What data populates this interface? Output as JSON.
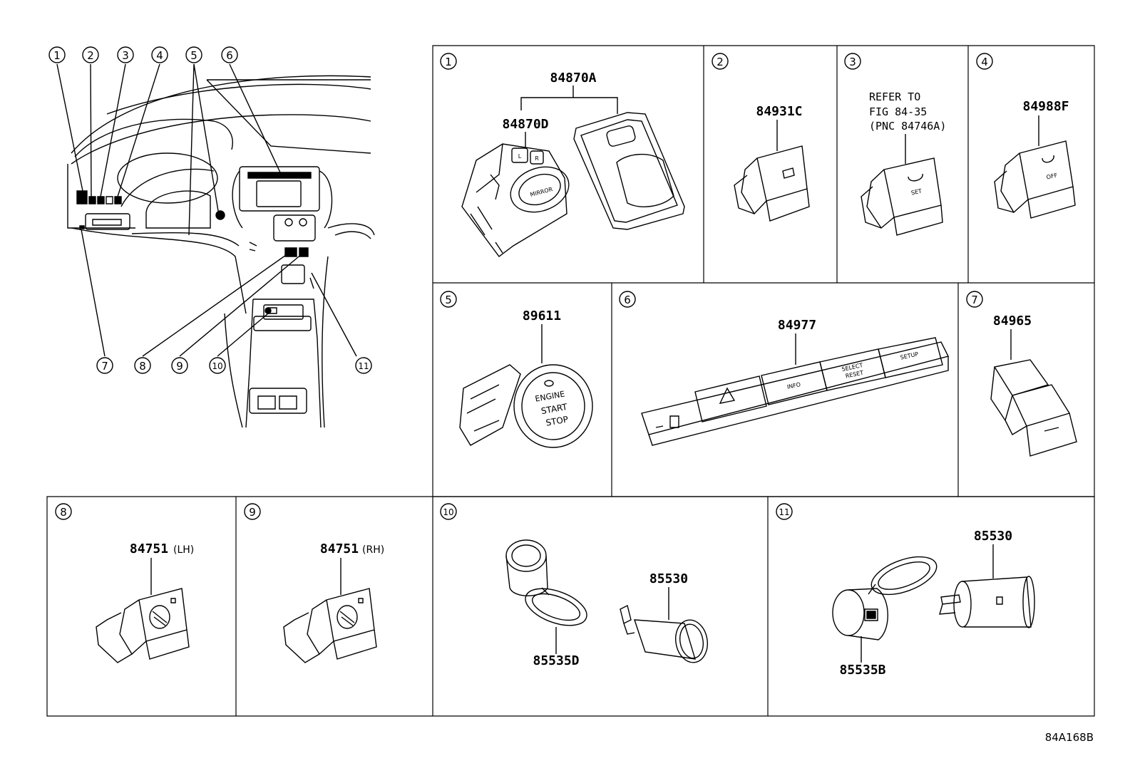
{
  "callouts": [
    "1",
    "2",
    "3",
    "4",
    "5",
    "6",
    "7",
    "8",
    "9",
    "10",
    "11"
  ],
  "panels": {
    "p1": {
      "num": "1",
      "part_main": "84870A",
      "part_sub": "84870D",
      "labels": {
        "mirror": "MIRROR",
        "l": "L",
        "r": "R"
      }
    },
    "p2": {
      "num": "2",
      "part": "84931C"
    },
    "p3": {
      "num": "3",
      "ref_lines": [
        "REFER TO",
        "FIG 84-35",
        "(PNC 84746A)"
      ],
      "label": "SET"
    },
    "p4": {
      "num": "4",
      "part": "84988F",
      "label": "OFF"
    },
    "p5": {
      "num": "5",
      "part": "89611",
      "labels": [
        "ENGINE",
        "START",
        "STOP"
      ]
    },
    "p6": {
      "num": "6",
      "part": "84977",
      "buttons": [
        "INFO",
        "SELECT",
        "RESET",
        "SETUP"
      ]
    },
    "p7": {
      "num": "7",
      "part": "84965"
    },
    "p8": {
      "num": "8",
      "part": "84751",
      "side": "(LH)"
    },
    "p9": {
      "num": "9",
      "part": "84751",
      "side": "(RH)"
    },
    "p10": {
      "num": "10",
      "part_a": "85535D",
      "part_b": "85530"
    },
    "p11": {
      "num": "11",
      "part_a": "85535B",
      "part_b": "85530"
    }
  },
  "figure_code": "84A168B"
}
